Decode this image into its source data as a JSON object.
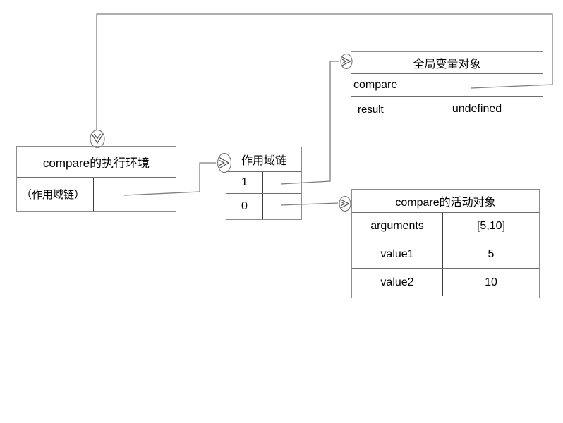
{
  "colors": {
    "background": "#ffffff",
    "table_border": "#8c8c8c",
    "inner_divider": "#3f3f3f",
    "connector_line": "#7f7f7f",
    "text": "#000000"
  },
  "execution_env": {
    "title": "compare的执行环境",
    "scope_chain_label": "（作用域链）",
    "scope_chain_value": ""
  },
  "scope_chain": {
    "title": "作用域链",
    "rows": [
      "1",
      "0"
    ],
    "values": [
      "",
      ""
    ]
  },
  "global_object": {
    "title": "全局变量对象",
    "rows": [
      {
        "name": "compare",
        "value": ""
      },
      {
        "name": "result",
        "value": "undefined"
      }
    ]
  },
  "activation_object": {
    "title": "compare的活动对象",
    "rows": [
      {
        "name": "arguments",
        "value": "[5,10]"
      },
      {
        "name": "value1",
        "value": "5"
      },
      {
        "name": "value2",
        "value": "10"
      }
    ]
  },
  "icons": {
    "execution_env_pointer": "circled-down-arrow",
    "scope_chain_pointer": "circled-right-arrow",
    "global_object_pointer": "circled-right-arrow",
    "activation_object_pointer": "circled-right-arrow"
  }
}
